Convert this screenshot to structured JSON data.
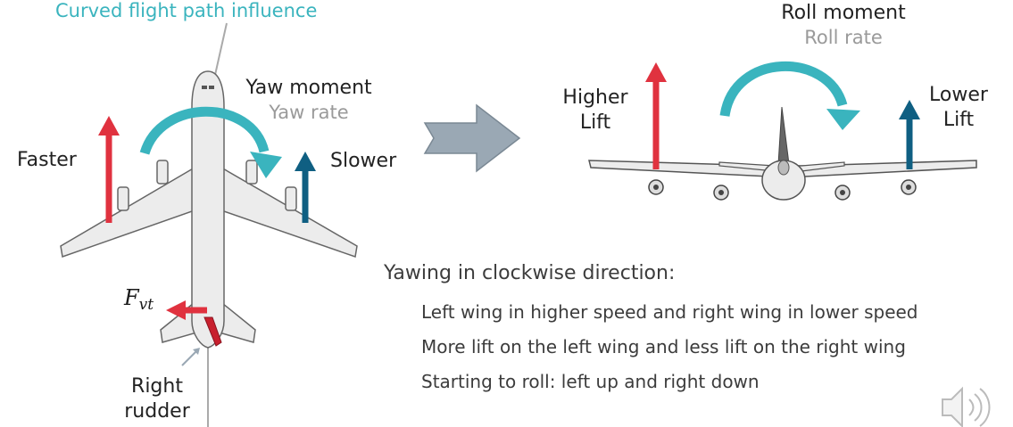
{
  "labels": {
    "curved_flight_path": "Curved flight path influence",
    "yaw_moment": "Yaw moment",
    "yaw_rate": "Yaw rate",
    "faster": "Faster",
    "slower": "Slower",
    "force_symbol": "F",
    "force_subscript": "vt",
    "right_rudder_line1": "Right",
    "right_rudder_line2": "rudder",
    "roll_moment": "Roll moment",
    "roll_rate": "Roll rate",
    "higher_lift_line1": "Higher",
    "higher_lift_line2": "Lift",
    "lower_lift_line1": "Lower",
    "lower_lift_line2": "Lift"
  },
  "explanation": {
    "heading": "Yawing in clockwise direction:",
    "points": [
      "Left wing in higher speed and right wing in lower speed",
      "More lift on the left wing and less lift on the right wing",
      "Starting to roll: left up and right down"
    ]
  },
  "icons": {
    "speaker": "speaker-icon",
    "transition_arrow": "right-arrow-icon"
  },
  "colors": {
    "teal": "#3ab4be",
    "red_arrow": "#e0323f",
    "blue_arrow": "#0f5f82",
    "gray_text": "#9a9a9a",
    "arrow_gray": "#9aa8b4"
  }
}
